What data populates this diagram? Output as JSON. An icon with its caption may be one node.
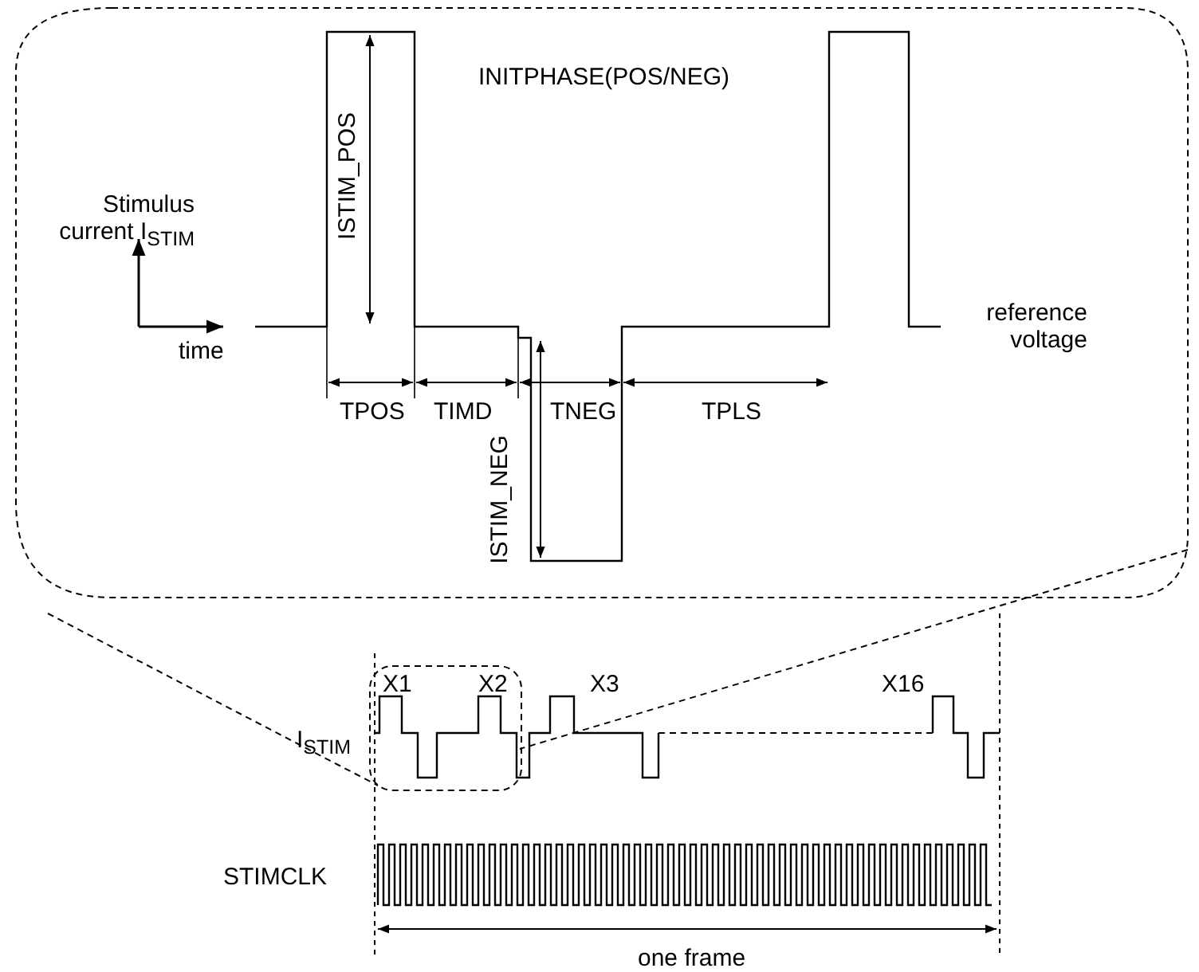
{
  "diagram": {
    "labels": [
      "INITPHASE(POS/NEG)",
      "Stimulus current I$_{STIM}$",
      "time",
      "ISTIM_POS",
      "TPOS",
      "TIMD",
      "TNEG",
      "TPLS",
      "ISTIM_NEG",
      "reference voltage",
      "X1",
      "X2",
      "X3",
      "X16",
      "I$_{STIM}$",
      "STIMCLK",
      "one frame"
    ]
  }
}
